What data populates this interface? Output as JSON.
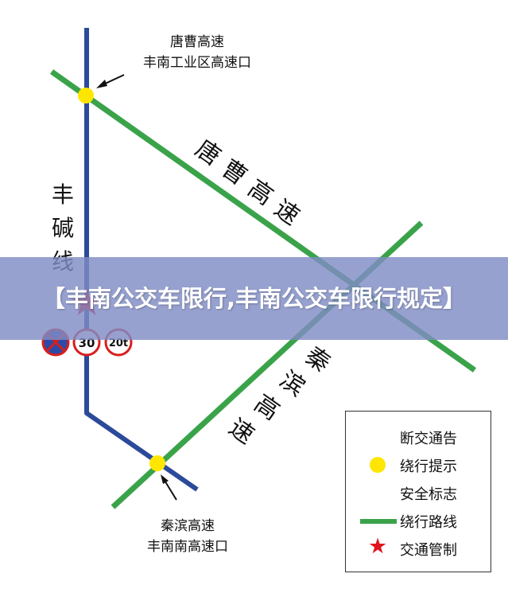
{
  "labels": {
    "top_junction_line1": "唐曹高速",
    "top_junction_line2": "丰南工业区高速口",
    "vertical_road": [
      "丰",
      "碱",
      "线"
    ],
    "diagonal_road_1": [
      "唐",
      "曹",
      "高",
      "速"
    ],
    "diagonal_road_2": [
      "秦",
      "滨",
      "高",
      "速"
    ],
    "bottom_junction_line1": "秦滨高速",
    "bottom_junction_line2": "丰南南高速口"
  },
  "signs": {
    "speed_limit": "30",
    "weight_limit": "20t"
  },
  "banner": {
    "title": "【丰南公交车限行,丰南公交车限行规定】"
  },
  "legend": {
    "items": [
      {
        "icon": "closure-sign-icon",
        "label": "断交通告"
      },
      {
        "icon": "yellow-dot-icon",
        "label": "绕行提示"
      },
      {
        "icon": "safety-sign-icon",
        "label": "安全标志"
      },
      {
        "icon": "green-line-icon",
        "label": "绕行路线"
      },
      {
        "icon": "red-star-icon",
        "label": "交通管制"
      }
    ]
  },
  "colors": {
    "vertical_road": "#2b4a9a",
    "detour_route": "#3aa34a",
    "junction_dot": "#ffe600",
    "control_star": "#e0141e",
    "banner_bg": "#808cc4"
  }
}
